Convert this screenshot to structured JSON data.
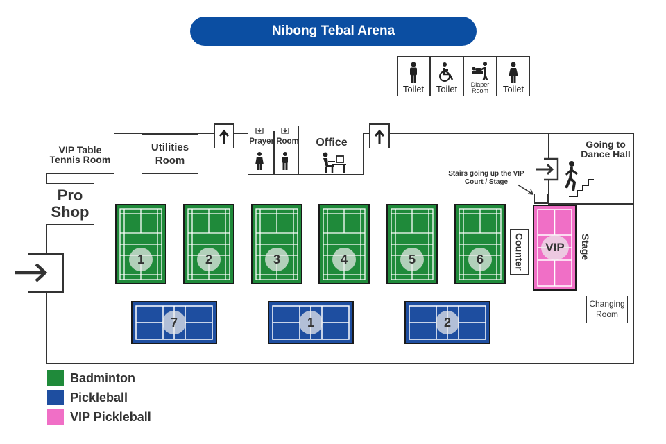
{
  "title": "Nibong Tebal Arena",
  "toilets": [
    {
      "label": "Toilet",
      "icon": "man-icon"
    },
    {
      "label": "Toilet",
      "icon": "wheelchair-icon"
    },
    {
      "label": "Diaper Room",
      "icon": "baby-changing-icon"
    },
    {
      "label": "Toilet",
      "icon": "woman-icon"
    }
  ],
  "rooms": {
    "vip_table_tennis": "VIP Table Tennis Room",
    "utilities": "Utilities Room",
    "prayer": "Prayer Room",
    "office": "Office",
    "pro_shop": "Pro Shop",
    "dance_hall": "Going to Dance Hall",
    "stairs_note": "Stairs going up the VIP Court / Stage",
    "counter": "Counter",
    "stage": "Stage",
    "changing": "Changing Room"
  },
  "courts": {
    "badminton": [
      "1",
      "2",
      "3",
      "4",
      "5",
      "6"
    ],
    "pickleball": [
      "7",
      "1",
      "2"
    ],
    "vip": "VIP"
  },
  "legend": [
    {
      "label": "Badminton",
      "color": "#1f8a3a"
    },
    {
      "label": "Pickleball",
      "color": "#1e4ea0"
    },
    {
      "label": "VIP Pickleball",
      "color": "#f06fc6"
    }
  ],
  "colors": {
    "badminton": "#1f8a3a",
    "pickleball": "#1e4ea0",
    "vip": "#f06fc6",
    "title_bg": "#0b4ea2"
  }
}
